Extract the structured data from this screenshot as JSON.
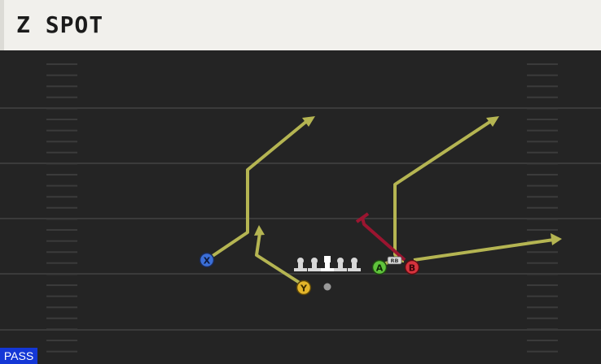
{
  "play": {
    "name": "Z SPOT",
    "type_badge": "PASS"
  },
  "players": {
    "x": "X",
    "y": "Y",
    "a": "A",
    "b": "B",
    "rb_tag": "RB"
  },
  "colors": {
    "field": "#242424",
    "yard_line": "#3a3a3a",
    "route": "#b5b552",
    "block_route": "#9b1530",
    "x_player": "#3b6fd8",
    "y_player": "#e3b52a",
    "a_player": "#5fc33b",
    "b_player": "#d6333d",
    "badge": "#1437d6"
  }
}
